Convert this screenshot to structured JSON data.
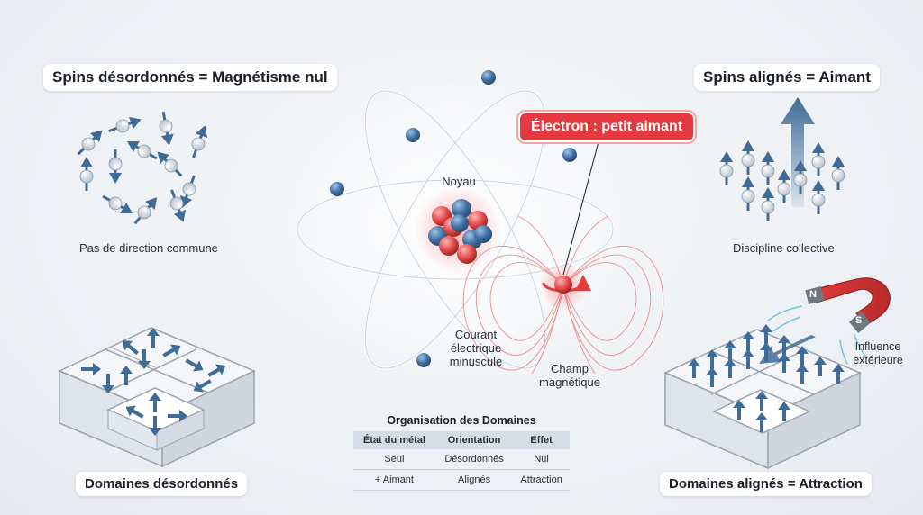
{
  "left_panel": {
    "top_title": "Spins désordonnés = Magnétisme nul",
    "top_caption": "Pas de direction commune",
    "bottom_title": "Domaines désordonnés"
  },
  "right_panel": {
    "top_title": "Spins alignés = Aimant",
    "top_caption": "Discipline collective",
    "bottom_title": "Domaines alignés = Attraction",
    "magnet_north": "N",
    "magnet_south": "S",
    "influence_label": "Influence extérieure"
  },
  "center": {
    "electron_label": "Électron : petit aimant",
    "nucleus_label": "Noyau",
    "current_label": "Courant électrique minuscule",
    "field_label": "Champ magnétique"
  },
  "table": {
    "title": "Organisation des Domaines",
    "headers": [
      "État du métal",
      "Orientation",
      "Effet"
    ],
    "rows": [
      [
        "Seul",
        "Désordonnés",
        "Nul"
      ],
      [
        "+ Aimant",
        "Alignés",
        "Attraction"
      ]
    ]
  },
  "colors": {
    "accent_red": "#e43a3f",
    "spin_blue": "#3f6b96",
    "text_dark": "#1b1f26"
  }
}
